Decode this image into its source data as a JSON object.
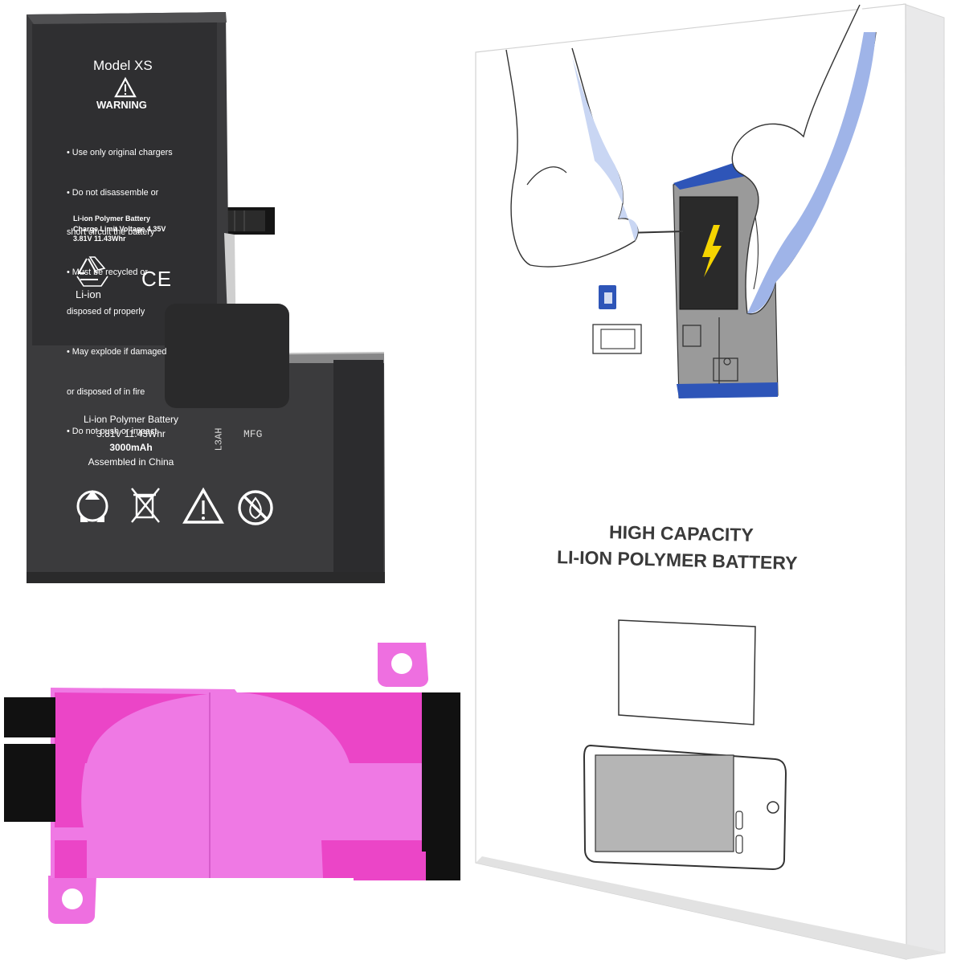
{
  "battery": {
    "model": "Model XS",
    "warning_title": "WARNING",
    "warnings": [
      "• Use only original chargers",
      "• Do not disassemble or",
      "  short circuit the battery",
      "• Must be recycled or",
      "  disposed of properly",
      "• May explode if damaged",
      "  or disposed of in fire",
      "• Do not push or impact"
    ],
    "spec_block": [
      "Li-ion Polymer Battery",
      "Charge Limit Voltage 4.35V",
      "3.81V  11.43Whr"
    ],
    "recycle_label": "Li-ion",
    "ce_mark": "CE",
    "lower_lines": [
      "Li-ion Polymer Battery",
      "3.81V  11.43Whr",
      "3000mAh",
      "Assembled in China"
    ],
    "code_vertical": "L3AH",
    "code_mfg": "MFG",
    "icons": [
      "recycle-icon",
      "weee-bin-icon",
      "warning-triangle-icon",
      "no-fire-icon"
    ]
  },
  "box": {
    "title_line1": "HIGH CAPACITY",
    "title_line2": "LI-ION POLYMER BATTERY"
  },
  "adhesive": {
    "color": "#ee6fe0"
  },
  "colors": {
    "battery": "#3b3b3d",
    "accent_blue": "#2e55b8",
    "bolt": "#f5d400",
    "tab_black": "#111111"
  }
}
